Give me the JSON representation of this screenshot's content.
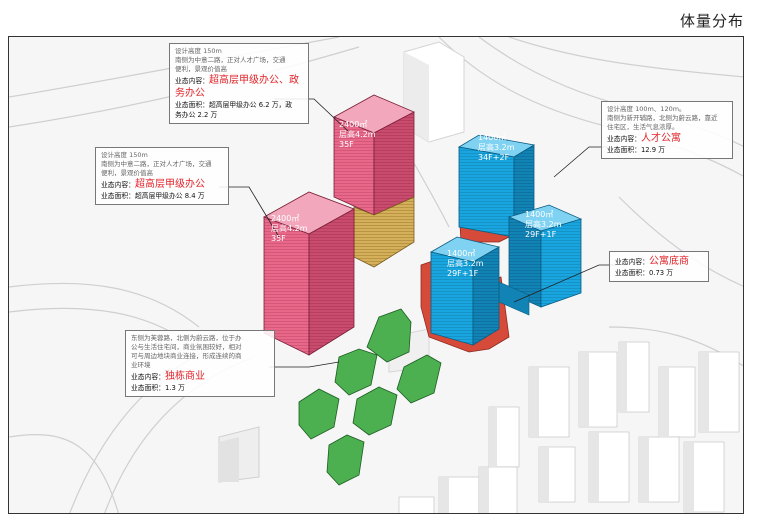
{
  "title": "体量分布",
  "colors": {
    "office_pink": "#e8688a",
    "apartment_blue": "#19a6e0",
    "commercial_green": "#4caf50",
    "podium_red": "#d64a3a",
    "gold_band": "#d4b05a"
  },
  "buildings": {
    "b1": {
      "area": "2400㎡",
      "height": "层高4.2m",
      "floors": "35F"
    },
    "b2": {
      "area": "2400㎡",
      "height": "层高4.2m",
      "floors": "35F"
    },
    "b3": {
      "area": "1400㎡",
      "height": "层高3.2m",
      "floors": "34F+2F"
    },
    "b4": {
      "area": "1400㎡",
      "height": "层高3.2m",
      "floors": "29F+1F"
    },
    "b5": {
      "area": "1400㎡",
      "height": "层高3.2m",
      "floors": "29F+1F"
    }
  },
  "callouts": {
    "top": {
      "design": "设计高度 150m",
      "desc1": "南侧为中意二路，正对人才广场，交通",
      "desc2": "便利，景观价值高",
      "content_label": "业态内容：",
      "content_value_1": "超高层甲级办公、政",
      "content_value_2": "务办公",
      "area_label": "业态面积：",
      "area_value_1": "超高层甲级办公 6.2 万，政",
      "area_value_2": "务办公 2.2 万"
    },
    "left": {
      "design": "设计高度 150m",
      "desc1": "南侧为中意二路，正对人才广场，交通",
      "desc2": "便利，景观价值高",
      "content_label": "业态内容：",
      "content_value": "超高层甲级办公",
      "area_label": "业态面积：",
      "area_value": "超高层甲级办公 8.4 万"
    },
    "right": {
      "design": "设计高度 100m、120m。",
      "desc1": "南侧为新开辅路，北侧为蔚云路，靠近",
      "desc2": "住宅区，生活气息浓厚。",
      "content_label": "业态内容：",
      "content_value": "人才公寓",
      "area_label": "业态面积：",
      "area_value": "12.9 万"
    },
    "podium": {
      "content_label": "业态内容：",
      "content_value": "公寓底商",
      "area_label": "业态面积：",
      "area_value": "0.73 万"
    },
    "green": {
      "desc1": "东侧为芙蓉路，北侧为蔚云路，位于办",
      "desc2": "公与生活住宅间，商业氛围较好，相对",
      "desc3": "可与周边地块商业连接，形成连续的商",
      "desc4": "业环境",
      "content_label": "业态内容：",
      "content_value": "独栋商业",
      "area_label": "业态面积：",
      "area_value": "1.3 万"
    }
  }
}
